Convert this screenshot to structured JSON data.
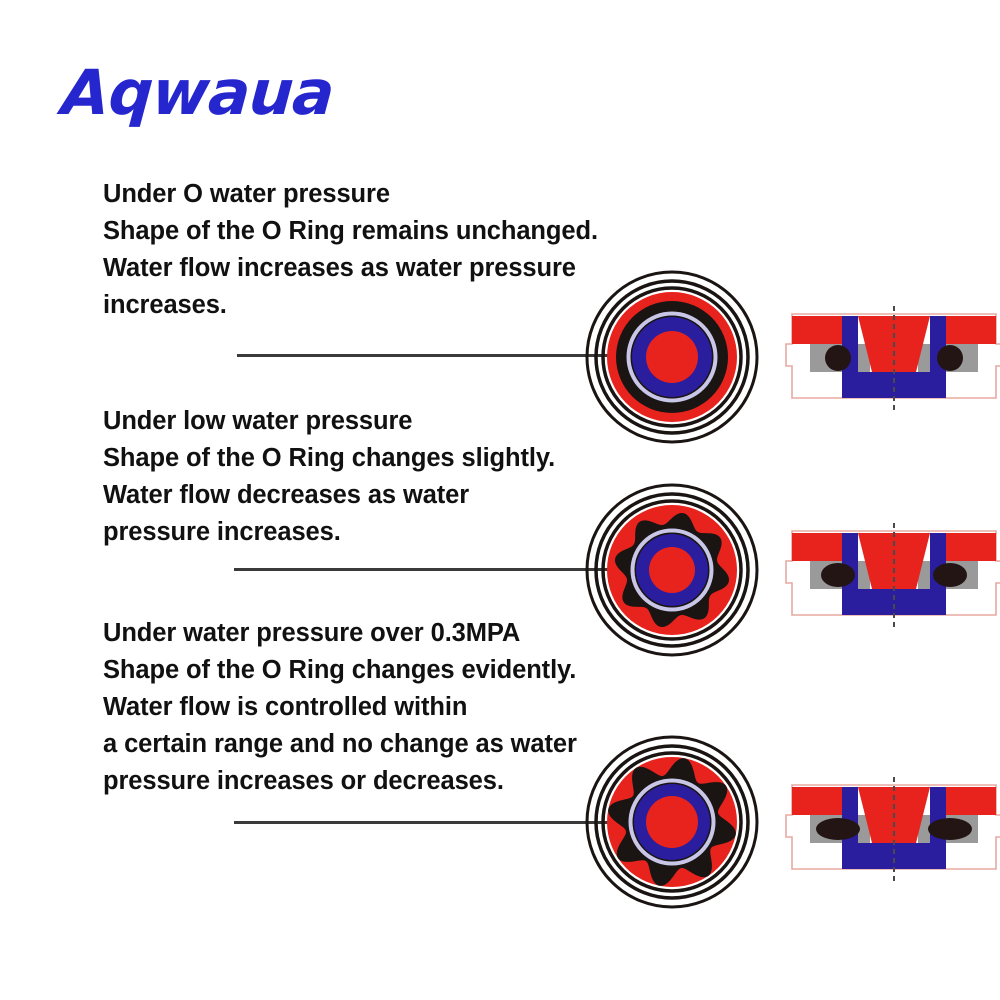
{
  "brand": {
    "name": "Aqwaua",
    "color": "#2626cf"
  },
  "palette": {
    "background": "#ffffff",
    "text": "#111111",
    "leader_line": "#3a3a3a",
    "ring_black": "#1a1412",
    "ring_red": "#e8231e",
    "ring_blue": "#2a1d9e",
    "ring_lavender": "#c9c7e8",
    "ring_white": "#ffffff",
    "xs_red": "#e8231e",
    "xs_blue": "#2a1d9e",
    "xs_gray": "#9a9a9a",
    "xs_oring": "#231513",
    "xs_outline": "#e8a9a2",
    "xs_centerline": "#4a4a4a"
  },
  "blocks": [
    {
      "id": "block-1",
      "state": "zero-pressure",
      "lines": [
        "Under O water pressure",
        "Shape of the O Ring remains unchanged.",
        "Water flow increases as water pressure",
        "increases."
      ]
    },
    {
      "id": "block-2",
      "state": "low-pressure",
      "lines": [
        "Under low water pressure",
        "Shape of the O Ring changes slightly.",
        "Water flow decreases as water",
        "pressure increases."
      ]
    },
    {
      "id": "block-3",
      "state": "high-pressure",
      "lines": [
        "Under water pressure over 0.3MPA",
        "Shape of the O Ring changes evidently.",
        "Water flow is controlled within",
        "a certain range and no change as water",
        "pressure increases or decreases."
      ]
    }
  ],
  "diagrams": {
    "oring_front_views": [
      {
        "id": "oring-1",
        "label": "o-ring-front-view-zero-pressure",
        "deformation": "none",
        "lobes": 0,
        "lobe_amplitude": 0,
        "inner_bore_radius": 26,
        "blue_ring_radius": 40,
        "black_ring_radius": 56
      },
      {
        "id": "oring-2",
        "label": "o-ring-front-view-low-pressure",
        "deformation": "slight",
        "lobes": 8,
        "lobe_amplitude": 6,
        "inner_bore_radius": 23,
        "blue_ring_radius": 36,
        "black_ring_radius": 52
      },
      {
        "id": "oring-3",
        "label": "o-ring-front-view-high-pressure",
        "deformation": "evident",
        "lobes": 8,
        "lobe_amplitude": 9,
        "inner_bore_radius": 26,
        "blue_ring_radius": 38,
        "black_ring_radius": 56
      }
    ],
    "cross_sections": [
      {
        "id": "xsection-1",
        "label": "cross-section-zero-pressure",
        "oring_shape": "circular",
        "oring_rx": 13,
        "oring_ry": 13
      },
      {
        "id": "xsection-2",
        "label": "cross-section-low-pressure",
        "oring_shape": "slightly-flattened-ellipse",
        "oring_rx": 17,
        "oring_ry": 12
      },
      {
        "id": "xsection-3",
        "label": "cross-section-high-pressure",
        "oring_shape": "flattened-ellipse",
        "oring_rx": 22,
        "oring_ry": 11
      }
    ]
  },
  "leaders": [
    {
      "id": "leader-1",
      "label": "leader-line-zero-pressure"
    },
    {
      "id": "leader-2",
      "label": "leader-line-low-pressure"
    },
    {
      "id": "leader-3",
      "label": "leader-line-high-pressure"
    }
  ]
}
